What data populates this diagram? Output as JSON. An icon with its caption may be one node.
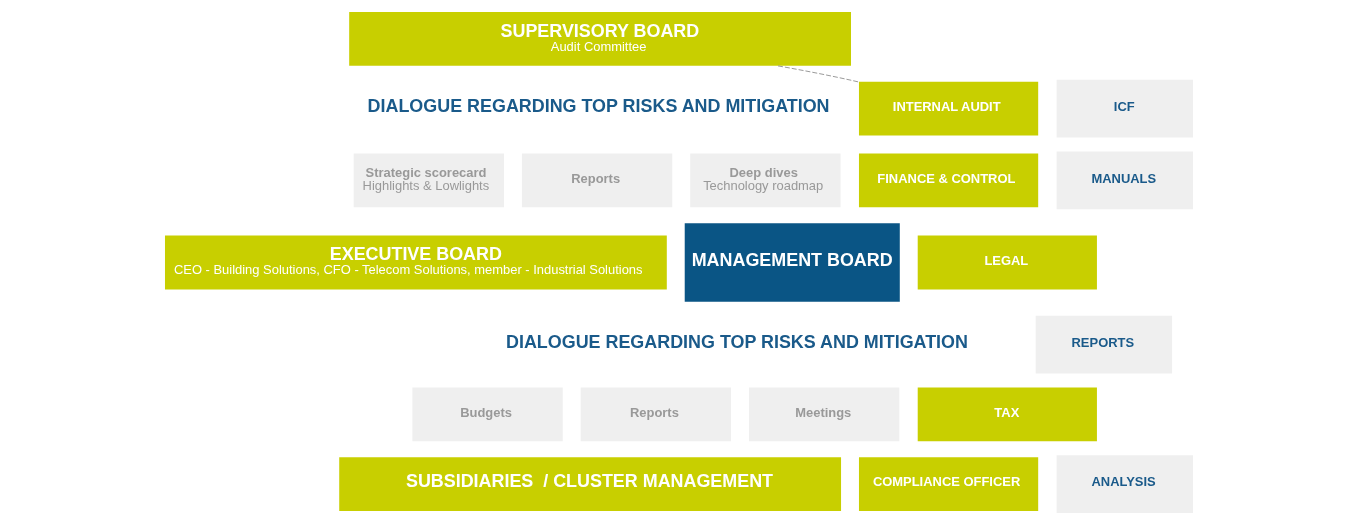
{
  "diagram": {
    "nodes": [
      {
        "text": [
          "SUPERVISORY BOARD",
          "Audit Committee"
        ]
      },
      {
        "text": [
          "Strategic scorecard",
          "Highlights & Lowlights"
        ]
      },
      {
        "text": [
          "Reports"
        ]
      },
      {
        "text": [
          "Deep dives",
          "Technology roadmap"
        ]
      },
      {
        "text": [
          "EXECUTIVE BOARD",
          "CEO - Building Solutions, CFO - Telecom Solutions, member - Industrial Solutions"
        ]
      },
      {
        "text": [
          "Budgets"
        ]
      },
      {
        "text": [
          "Reports"
        ]
      },
      {
        "text": [
          "Meetings"
        ]
      },
      {
        "text": [
          "SUBSIDIARIES  / CLUSTER MANAGEMENT"
        ]
      },
      {
        "text": [
          "MANAGEMENT BOARD"
        ]
      },
      {
        "text": [
          "INTERNAL AUDIT"
        ]
      },
      {
        "text": [
          "FINANCE & CONTROL"
        ]
      },
      {
        "text": [
          "LEGAL"
        ]
      },
      {
        "text": [
          "TAX"
        ]
      },
      {
        "text": [
          "COMPLIANCE OFFICER"
        ]
      },
      {
        "text": [
          "ICF"
        ]
      },
      {
        "text": [
          "MANUALS"
        ]
      },
      {
        "text": [
          "REPORTS"
        ]
      },
      {
        "text": [
          "ANALYSIS"
        ]
      }
    ],
    "edges": [
      {
        "from": 0,
        "to": 10,
        "arrow": "none",
        "style": "dashed",
        "color": "#999999"
      }
    ],
    "labels": [
      "DIALOGUE REGARDING TOP RISKS AND MITIGATION",
      "DIALOGUE REGARDING TOP RISKS AND MITIGATION"
    ]
  }
}
